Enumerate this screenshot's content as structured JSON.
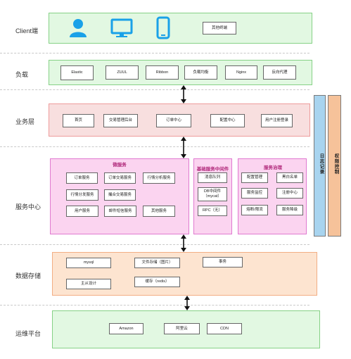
{
  "layers": {
    "client": "Client端",
    "load": "负载",
    "business": "业务层",
    "service_center": "服务中心",
    "storage": "数据存储",
    "ops": "运维平台"
  },
  "client": {
    "other_terminal": "其他终端",
    "icons": [
      "user-icon",
      "monitor-icon",
      "mobile-phone-icon"
    ]
  },
  "load": {
    "items": [
      "Elastic",
      "ZUUL",
      "Ribbon",
      "负载均衡",
      "Nginx",
      "反向代理"
    ]
  },
  "business": {
    "items": [
      "首页",
      "交易管理后台",
      "订单中心",
      "配置中心",
      "用户注册登录"
    ]
  },
  "microservices": {
    "title": "微服务",
    "items": [
      "订单服务",
      "订单交易服务",
      "行情分析服务",
      "行情分发服务",
      "撮合交易服务",
      "用户服务",
      "邮件短信服务",
      "其他服务"
    ]
  },
  "middleware": {
    "title": "基础服务中间件",
    "items": [
      "消息队列",
      "DB中间件",
      "（mycat）",
      "RPC（无）"
    ]
  },
  "governance": {
    "title": "服务治理",
    "items": [
      "配置管理",
      "黑白名单",
      "服务监控",
      "注册中心",
      "熔断/限流",
      "服务降级"
    ]
  },
  "storage": {
    "items": [
      "mysql",
      "文件存储（图片）",
      "事务",
      "主从设计",
      "缓存（redis）"
    ]
  },
  "ops": {
    "items": [
      "Amazon",
      "阿里云",
      "CDN"
    ]
  },
  "side": {
    "log": "日志记录",
    "permission": "权限控制"
  },
  "colors": {
    "green": "#e2f8e2",
    "green_border": "#86d186",
    "pink": "#f8dfdf",
    "pink_border": "#ee9c9c",
    "magenta": "#fbd4f0",
    "magenta_border": "#e07ad0",
    "peach": "#fde4d0",
    "peach_border": "#f2ae84",
    "blue_bar": "#a8d4ef",
    "orange_bar": "#f6c29a",
    "icon_blue": "#1aa1e8"
  }
}
